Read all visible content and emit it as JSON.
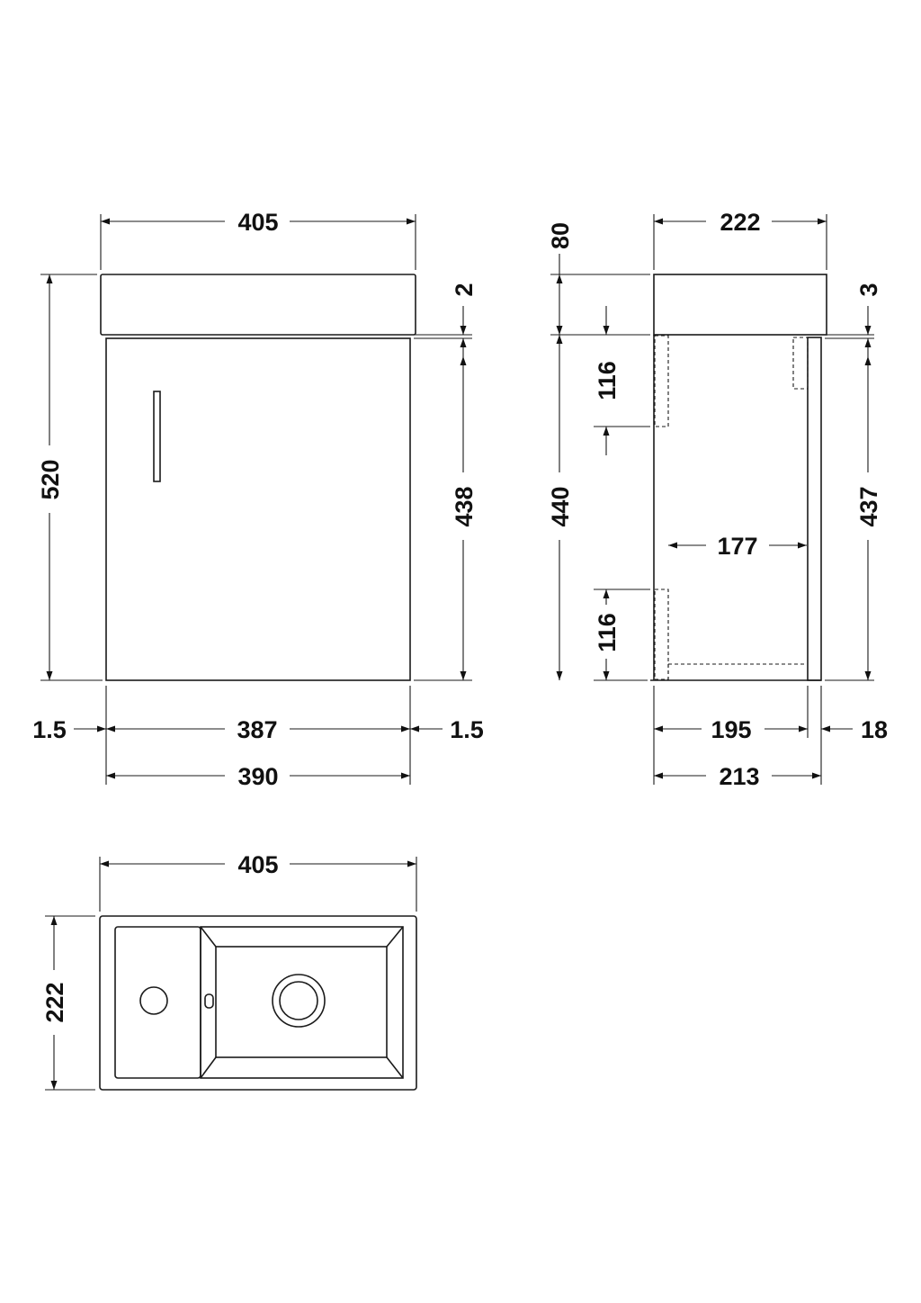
{
  "front_view": {
    "top_width": "405",
    "total_height": "520",
    "door_gap_top": "2",
    "door_height": "438",
    "left_gap": "1.5",
    "door_width": "387",
    "right_gap": "1.5",
    "cabinet_width": "390"
  },
  "side_view": {
    "top_depth": "222",
    "basin_height": "80",
    "door_gap_top": "3",
    "upper_fixing": "116",
    "cabinet_height": "440",
    "inner_depth": "177",
    "lower_fixing": "116",
    "side_height": "437",
    "body_depth": "195",
    "door_thickness": "18",
    "overall_depth": "213"
  },
  "top_view": {
    "width": "405",
    "depth": "222"
  },
  "colors": {
    "line": "#1a1a1a",
    "background": "#ffffff"
  }
}
